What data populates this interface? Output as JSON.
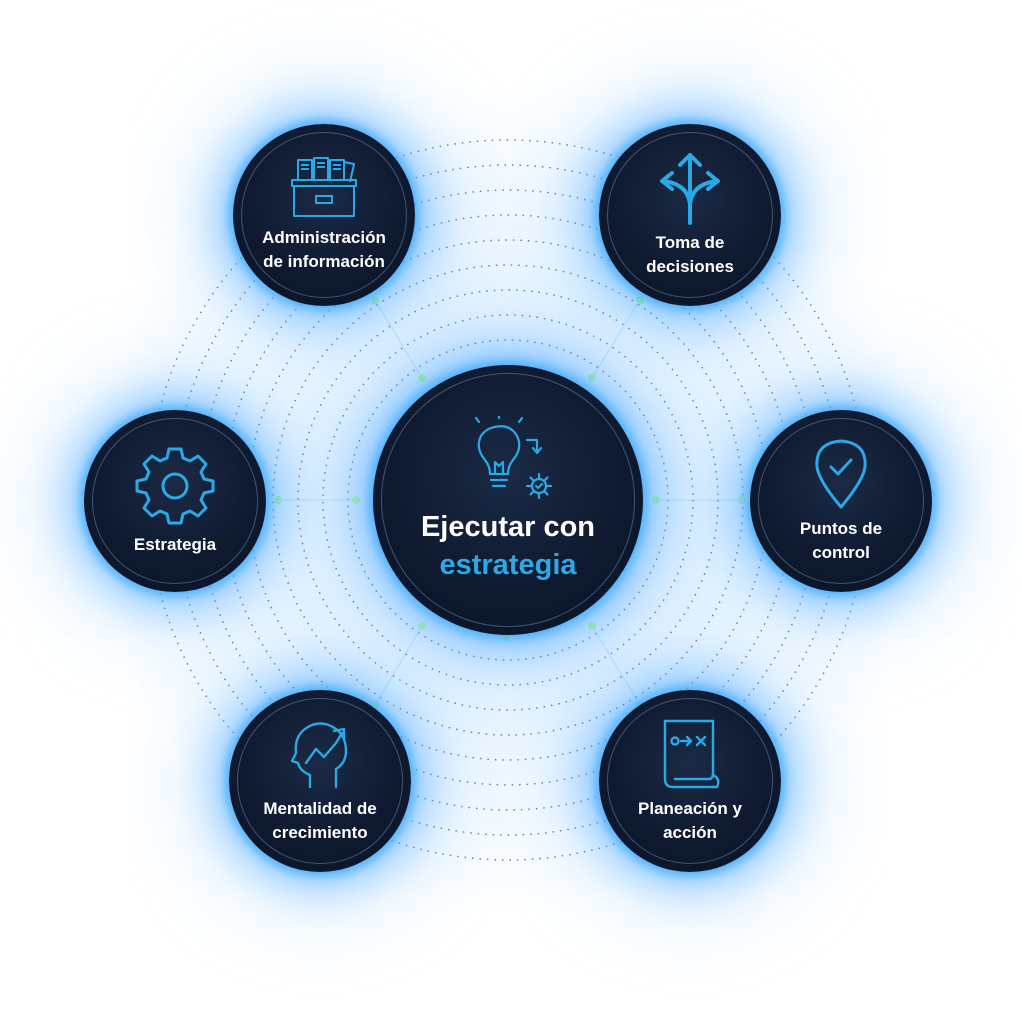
{
  "colors": {
    "accent": "#2ba9e6",
    "node_fill": "#0f1a30",
    "glow": "#3ca0ff",
    "dot": "#8cf58a",
    "text": "#ffffff"
  },
  "center": {
    "line1": "Ejecutar con",
    "line2": "estrategia",
    "icon": "lightbulb-gear-icon"
  },
  "nodes": [
    {
      "id": "admin",
      "line1": "Administración",
      "line2": "de información",
      "icon": "folder-documents-icon"
    },
    {
      "id": "decisiones",
      "line1": "Toma de",
      "line2": "decisiones",
      "icon": "split-arrows-icon"
    },
    {
      "id": "estrategia",
      "line1": "Estrategia",
      "line2": "",
      "icon": "gear-icon"
    },
    {
      "id": "control",
      "line1": "Puntos de",
      "line2": "control",
      "icon": "map-pin-check-icon"
    },
    {
      "id": "mentalidad",
      "line1": "Mentalidad de",
      "line2": "crecimiento",
      "icon": "head-growth-icon"
    },
    {
      "id": "planeacion",
      "line1": "Planeación y",
      "line2": "acción",
      "icon": "plan-scroll-icon"
    }
  ]
}
